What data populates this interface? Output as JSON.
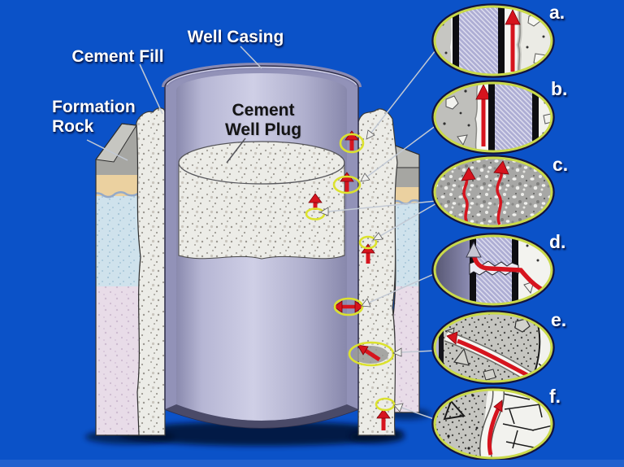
{
  "diagram": {
    "labels": {
      "cement_fill": "Cement Fill",
      "well_casing": "Well Casing",
      "formation_rock": "Formation Rock",
      "cement_well_plug": "Cement Well Plug"
    }
  },
  "insets": [
    {
      "id": "a",
      "label": "a."
    },
    {
      "id": "b",
      "label": "b."
    },
    {
      "id": "c",
      "label": "c."
    },
    {
      "id": "d",
      "label": "d."
    },
    {
      "id": "e",
      "label": "e."
    },
    {
      "id": "f",
      "label": "f."
    }
  ],
  "colors": {
    "bg": "#0B52C8",
    "footer_strip": "#2161CE",
    "arrow_red": "#D6141E",
    "marker_yellow": "#DCE22E",
    "inset_border": "#C9D94A",
    "label_light": "#FFFFFF",
    "label_dark": "#141414",
    "leader_line": "#C2C9D4",
    "cement": "#ECECE7",
    "casing": "#B6B6D4",
    "rock_gray": "#A6A6A2",
    "sand_tan": "#EBD1A0",
    "water_blue": "#CFE2EC",
    "strata_pink": "#E8DCE8"
  }
}
